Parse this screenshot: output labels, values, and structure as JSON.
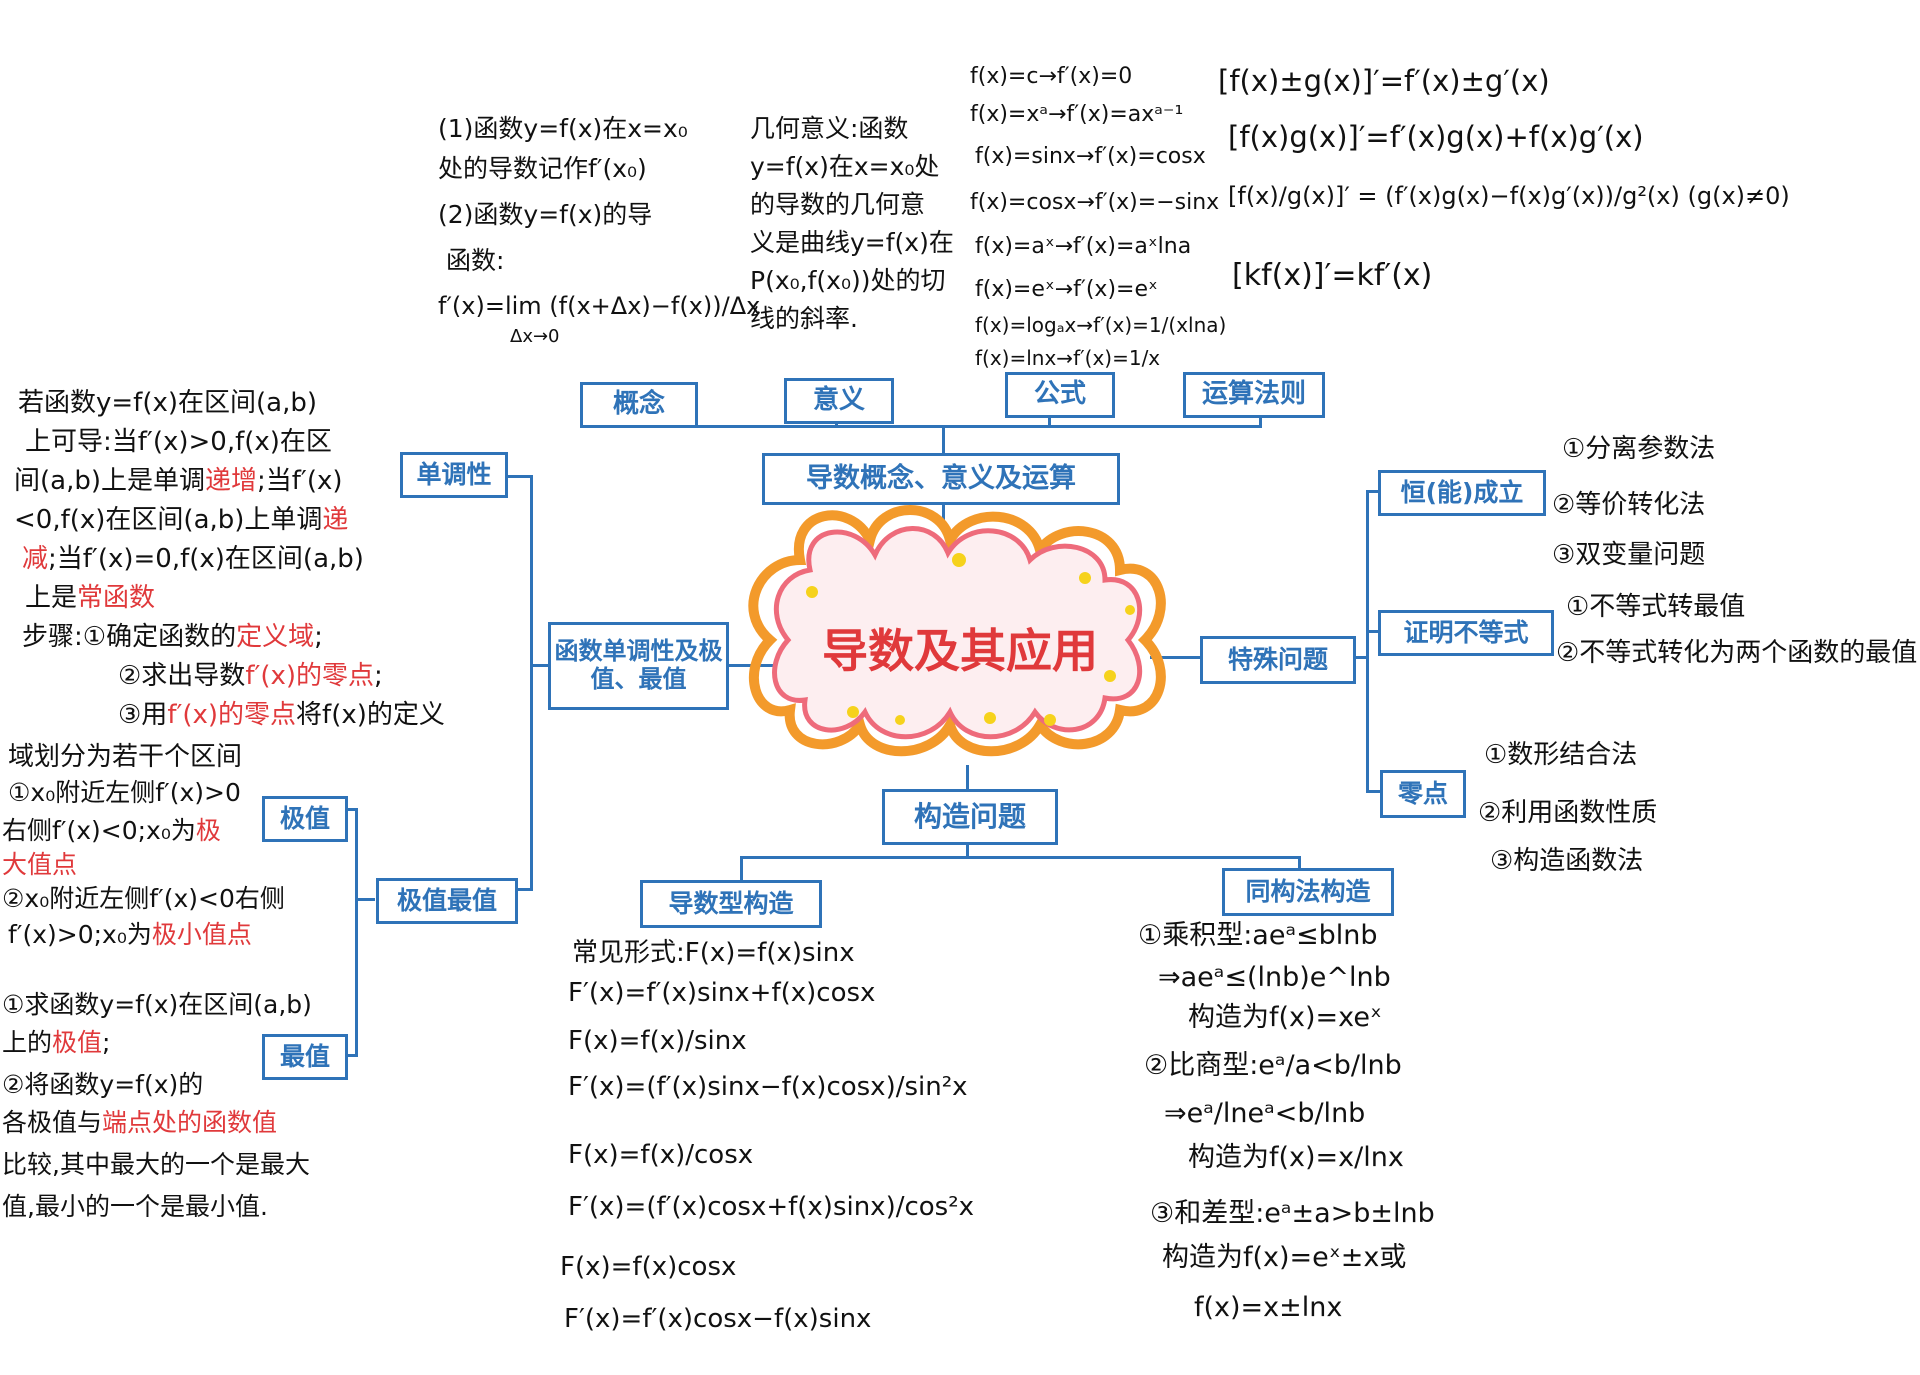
{
  "center": {
    "title": "导数及其应用"
  },
  "nodes": {
    "top_main": "导数概念、意义及运算",
    "concept": "概念",
    "meaning": "意义",
    "formula": "公式",
    "rules": "运算法则",
    "left_main": "函数单调性及极值、最值",
    "monotonic": "单调性",
    "extremum_main": "极值最值",
    "extremum": "极值",
    "maxmin": "最值",
    "right_main": "特殊问题",
    "always_hold": "恒(能)成立",
    "prove_ineq": "证明不等式",
    "zeros": "零点",
    "bottom_main": "构造问题",
    "derivative_construct": "导数型构造",
    "isomorphic_construct": "同构法构造"
  },
  "concept_text": [
    "(1)函数y=f(x)在x=x₀",
    "处的导数记作f′(x₀)",
    "(2)函数y=f(x)的导",
    "函数:",
    "f′(x)=lim (f(x+Δx)−f(x))/Δx",
    "Δx→0"
  ],
  "meaning_text": [
    "几何意义:函数",
    "y=f(x)在x=x₀处",
    "的导数的几何意",
    "义是曲线y=f(x)在",
    "P(x₀,f(x₀))处的切",
    "线的斜率."
  ],
  "formula_text": [
    "f(x)=c→f′(x)=0",
    "f(x)=xᵃ→f′(x)=axᵃ⁻¹",
    "f(x)=sinx→f′(x)=cosx",
    "f(x)=cosx→f′(x)=−sinx",
    "f(x)=aˣ→f′(x)=aˣlna",
    "f(x)=eˣ→f′(x)=eˣ",
    "f(x)=logₐx→f′(x)=1/(xlna)",
    "f(x)=lnx→f′(x)=1/x"
  ],
  "rules_text": [
    "[f(x)±g(x)]′=f′(x)±g′(x)",
    "[f(x)g(x)]′=f′(x)g(x)+f(x)g′(x)",
    "[f(x)/g(x)]′ = (f′(x)g(x)−f(x)g′(x))/g²(x) (g(x)≠0)",
    "[kf(x)]′=kf′(x)"
  ],
  "mono_text": {
    "l1": "若函数y=f(x)在区间(a,b)",
    "l2": "上可导:当f′(x)>0,f(x)在区",
    "l3a": "间(a,b)上是单调",
    "l3b": "递增",
    "l3c": ";当f′(x)",
    "l4a": "<0,f(x)在区间(a,b)上单调",
    "l4b": "递",
    "l5a": "减",
    "l5b": ";当f′(x)=0,f(x)在区间(a,b)",
    "l6a": "上是",
    "l6b": "常函数",
    "l7a": "步骤:①确定函数的",
    "l7b": "定义域",
    "l7c": ";",
    "l8a": "②求出导数",
    "l8b": "f′(x)的零点",
    "l8c": ";",
    "l9a": "③用",
    "l9b": "f′(x)的零点",
    "l9c": "将f(x)的定义",
    "l10": "域划分为若干个区间"
  },
  "extremum_text": {
    "l1": "①x₀附近左侧f′(x)>0",
    "l2a": "右侧f′(x)<0;x₀为",
    "l2b": "极",
    "l3": "大值点",
    "l4": "②x₀附近左侧f′(x)<0右侧",
    "l5a": "f′(x)>0;x₀为",
    "l5b": "极小值点"
  },
  "maxmin_text": {
    "l1": "①求函数y=f(x)在区间(a,b)",
    "l2a": "上的",
    "l2b": "极值",
    "l2c": ";",
    "l3": "②将函数y=f(x)的",
    "l4a": "各极值与",
    "l4b": "端点处的函数值",
    "l5": "比较,其中最大的一个是最大",
    "l6": "值,最小的一个是最小值."
  },
  "always_items": [
    "①分离参数法",
    "②等价转化法",
    "③双变量问题"
  ],
  "prove_items": [
    "①不等式转最值",
    "②不等式转化为两个函数的最值"
  ],
  "zero_items": [
    "①数形结合法",
    "②利用函数性质",
    "③构造函数法"
  ],
  "deriv_construct_text": [
    "常见形式:F(x)=f(x)sinx",
    "F′(x)=f′(x)sinx+f(x)cosx",
    "F(x)=f(x)/sinx",
    "F′(x)=(f′(x)sinx−f(x)cosx)/sin²x",
    "F(x)=f(x)/cosx",
    "F′(x)=(f′(x)cosx+f(x)sinx)/cos²x",
    "F(x)=f(x)cosx",
    "F′(x)=f′(x)cosx−f(x)sinx"
  ],
  "iso_construct_text": [
    "①乘积型:aeᵃ≤blnb",
    "⇒aeᵃ≤(lnb)e^lnb",
    "构造为f(x)=xeˣ",
    "②比商型:eᵃ/a<b/lnb",
    "⇒eᵃ/lneᵃ<b/lnb",
    "构造为f(x)=x/lnx",
    "③和差型:eᵃ±a>b±lnb",
    "构造为f(x)=eˣ±x或",
    "f(x)=x±lnx"
  ],
  "colors": {
    "blue": "#2f73b8",
    "red": "#e0393b",
    "cloud_orange": "#f39a2b",
    "cloud_pink": "#ee6b7b",
    "dot_yellow": "#f6d21c"
  }
}
